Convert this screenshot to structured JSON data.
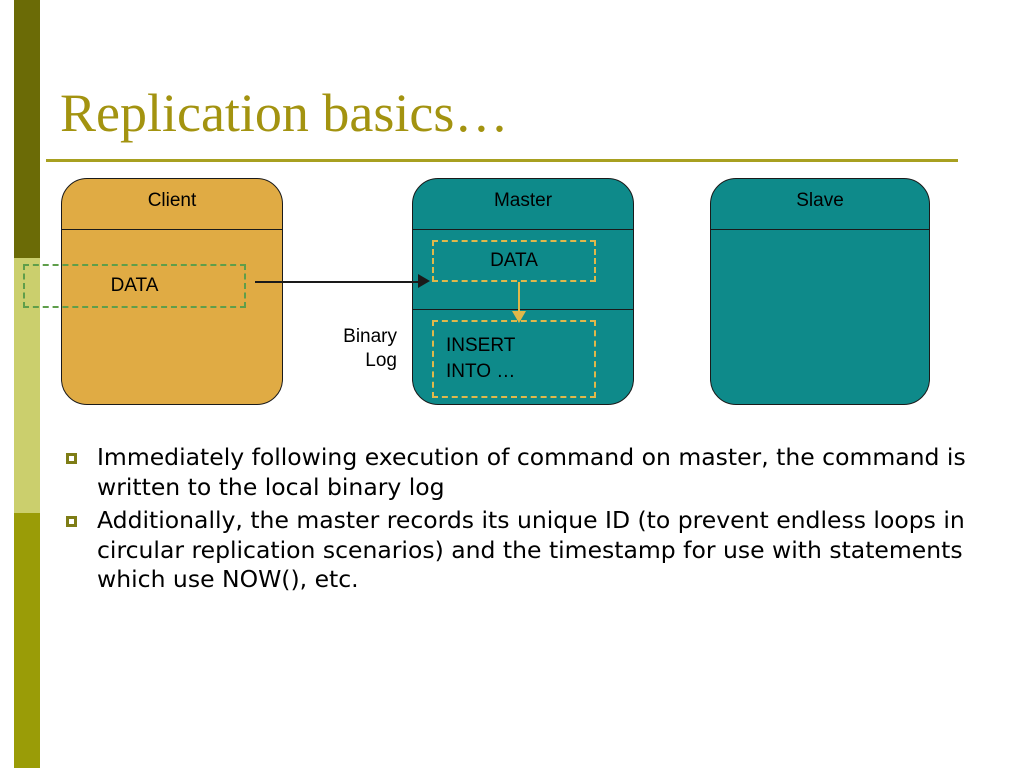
{
  "slide": {
    "title": "Replication basics…",
    "accent_color": "#a39310",
    "rule_color": "#a8a020"
  },
  "sidebar": {
    "segments": [
      {
        "name": "top",
        "color": "#6b6b06"
      },
      {
        "name": "middle",
        "color": "#cbcf6d"
      },
      {
        "name": "bottom",
        "color": "#9a9c07"
      }
    ]
  },
  "diagram": {
    "client": {
      "title": "Client",
      "fill_color": "#e0ab44",
      "data_box": {
        "label": "DATA",
        "border_color": "#5f9e4a"
      }
    },
    "master": {
      "title": "Master",
      "fill_color": "#0e8a8a",
      "data_box": {
        "label": "DATA",
        "border_color": "#e0b84a"
      },
      "insert_box": {
        "line1": "INSERT",
        "line2": "INTO …",
        "border_color": "#e0b84a"
      }
    },
    "slave": {
      "title": "Slave",
      "fill_color": "#0e8a8a"
    },
    "binary_log_label": {
      "line1": "Binary",
      "line2": "Log"
    }
  },
  "bullets": [
    {
      "text": "Immediately following execution of command on master, the command is written to the local binary log"
    },
    {
      "text": "Additionally, the master records its unique ID (to prevent endless loops in circular replication scenarios) and the timestamp for use with statements which use NOW(), etc."
    }
  ]
}
